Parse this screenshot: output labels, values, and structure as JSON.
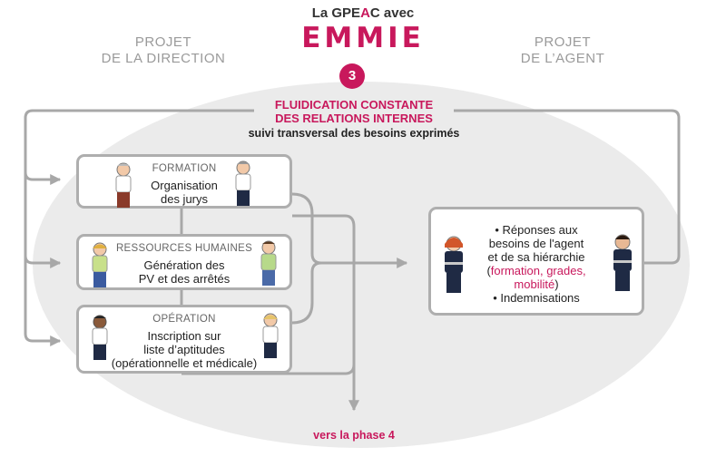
{
  "header": {
    "title_prefix": "La GPE",
    "title_accent": "A",
    "title_suffix": "C avec",
    "brand": "EMMIE",
    "left_column": [
      "PROJET",
      "DE LA DIRECTION"
    ],
    "right_column": [
      "PROJET",
      "DE L’AGENT"
    ]
  },
  "step": {
    "number": "3",
    "title": [
      "FLUIDICATION CONSTANTE",
      "DES RELATIONS INTERNES"
    ],
    "subtitle": "suivi transversal des besoins exprimés"
  },
  "boxes": [
    {
      "label": "FORMATION",
      "lines": [
        "Organisation",
        "des jurys"
      ]
    },
    {
      "label": "RESSOURCES HUMAINES",
      "lines": [
        "Génération des",
        "PV et des arrêtés"
      ]
    },
    {
      "label": "OPÉRATION",
      "lines": [
        "Inscription sur",
        "liste d’aptitudes",
        "(opérationnelle et médicale)"
      ]
    }
  ],
  "agent_box": {
    "line1": "• Réponses aux",
    "line2": "besoins de l'agent",
    "line3": "et de sa hiérarchie",
    "line4_open": "(",
    "line4_pink": "formation, grades,",
    "line5_pink": "mobilité",
    "line5_close": ")",
    "line6": "• Indemnisations"
  },
  "footer": {
    "phase_link": "vers la phase 4"
  },
  "colors": {
    "accent": "#c8185c",
    "arrow": "#a8a8a8",
    "ellipse": "#ebebeb",
    "box_border": "#aeaeae"
  }
}
